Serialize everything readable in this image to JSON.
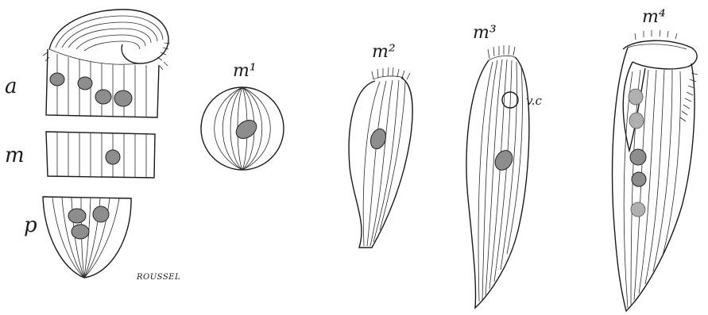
{
  "labels": {
    "a": "a",
    "m": "m",
    "p": "p",
    "m1": "m¹",
    "m2": "m²",
    "m3": "m³",
    "m4": "m⁴",
    "vc": "v.c"
  },
  "signature": "ROUSSEL",
  "colors": {
    "ink": "#1a1a1a",
    "nucleus": "#8d8d8d",
    "paper": "#ffffff"
  }
}
